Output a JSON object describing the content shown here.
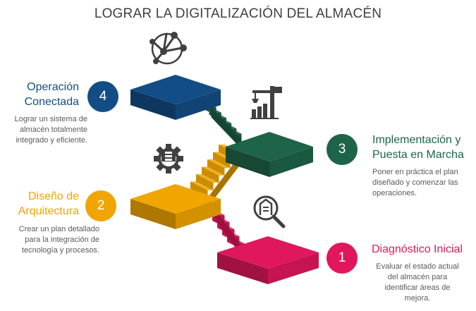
{
  "title": "LOGRAR LA DIGITALIZACIÓN DEL ALMACÉN",
  "colors": {
    "step1": "#e0175c",
    "step2": "#f0a500",
    "step3": "#1e6448",
    "step4": "#134d85",
    "icon": "#404040"
  },
  "steps": [
    {
      "number": "1",
      "heading": "Diagnóstico Inicial",
      "description": [
        "Evaluar el estado actual",
        "del almacén para",
        "identificar áreas de",
        "mejora."
      ],
      "icon": "magnifier-warehouse-icon"
    },
    {
      "number": "2",
      "heading": [
        "Diseño de",
        "Arquitectura"
      ],
      "description": [
        "Crear un plan detallado",
        "para la integración de",
        "tecnología y procesos."
      ],
      "icon": "gear-warehouse-icon"
    },
    {
      "number": "3",
      "heading": [
        "Implementación y",
        "Puesta en Marcha"
      ],
      "description": [
        "Poner en práctica el plan",
        "diseñado y comenzar las",
        "operaciones."
      ],
      "icon": "crane-construction-icon"
    },
    {
      "number": "4",
      "heading": [
        "Operación",
        "Conectada"
      ],
      "description": [
        "Lograr un sistema de",
        "almacén totalmente",
        "integrado y eficiente."
      ],
      "icon": "network-hub-icon"
    }
  ]
}
